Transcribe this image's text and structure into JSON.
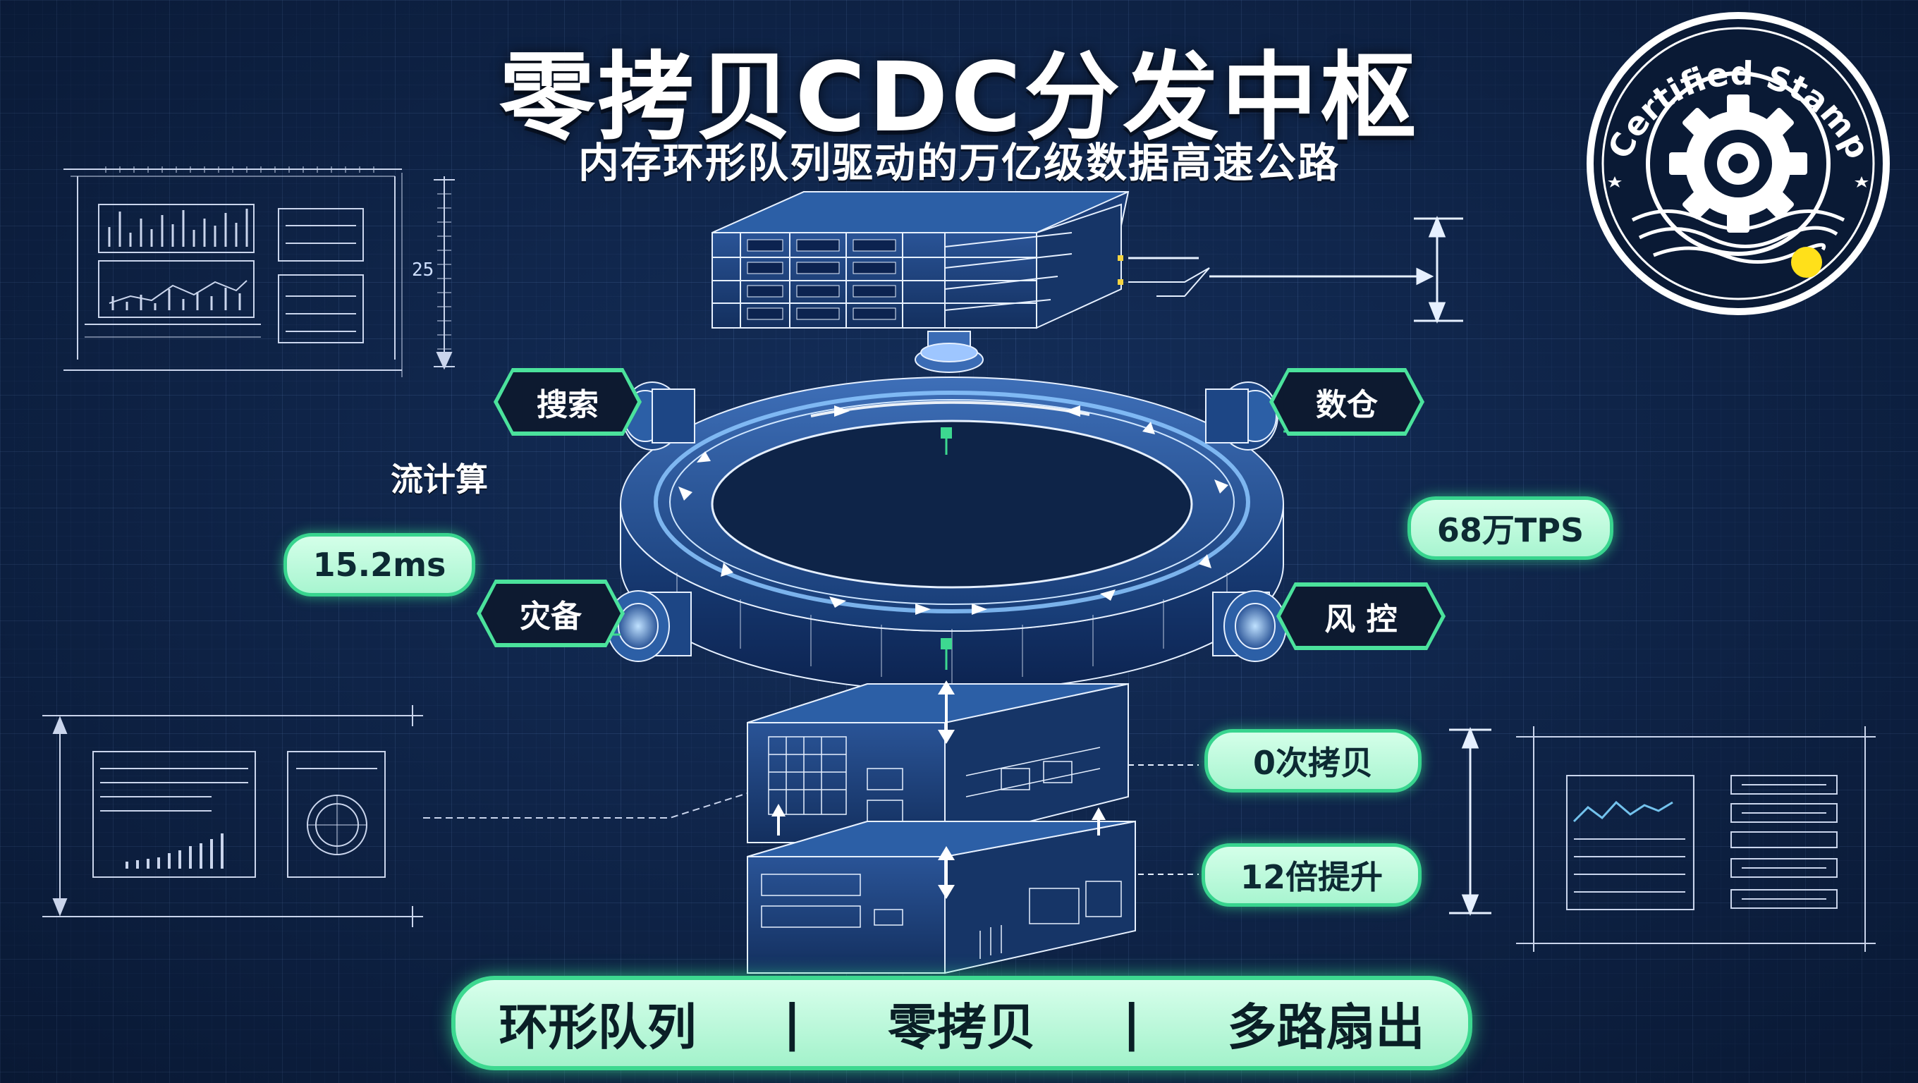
{
  "title": "零拷贝CDC分发中枢",
  "subtitle": "内存环形队列驱动的万亿级数据高速公路",
  "stamp": {
    "text": "Certified Stamp",
    "icon": "gear-icon",
    "dot_color": "#ffe01a"
  },
  "ring_nodes": {
    "top_left": "搜索",
    "top_right": "数仓",
    "bottom_left": "灾备",
    "bottom_right": "风 控"
  },
  "side_label": "流计算",
  "metrics": {
    "latency": "15.2ms",
    "throughput": "68万TPS",
    "copies": "0次拷贝",
    "boost": "12倍提升"
  },
  "left_dimension": "25",
  "footer": {
    "items": [
      "环形队列",
      "零拷贝",
      "多路扇出"
    ],
    "separator": "|"
  },
  "colors": {
    "background": "#0e2448",
    "accent_green": "#3dd890",
    "line_white": "#e6f0ff"
  }
}
